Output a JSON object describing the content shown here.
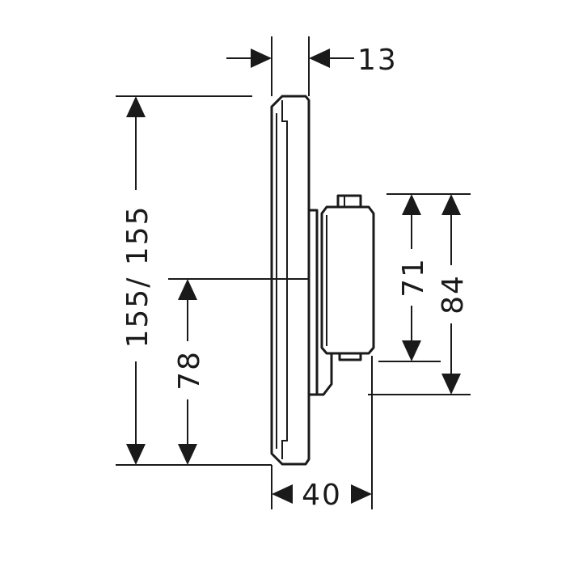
{
  "dimensions": {
    "plate_depth": "13",
    "height_total": "155/ 155",
    "center_height": "78",
    "inner_height": "71",
    "outer_height": "84",
    "total_depth": "40"
  },
  "colors": {
    "line": "#1a1a1a",
    "background": "#ffffff"
  }
}
